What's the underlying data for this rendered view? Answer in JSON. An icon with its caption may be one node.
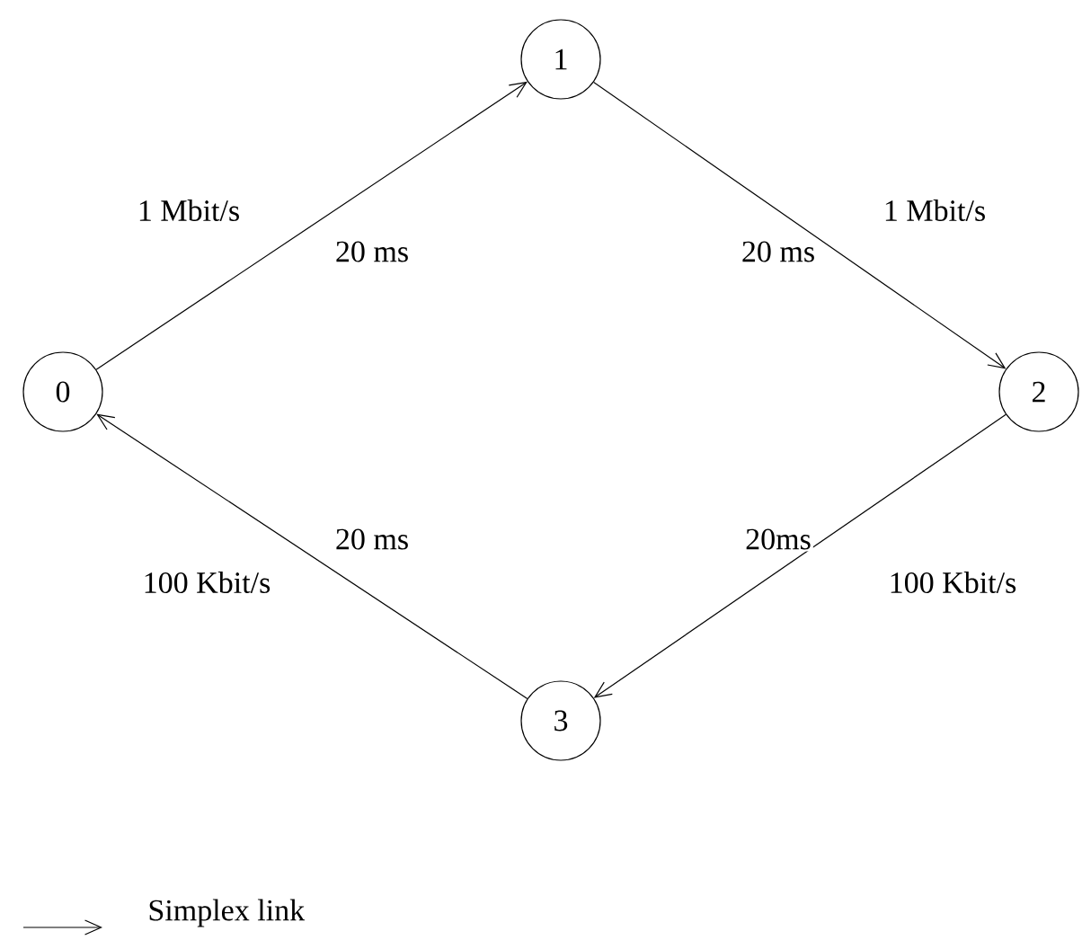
{
  "diagram": {
    "nodes": [
      {
        "text": [
          "0"
        ]
      },
      {
        "text": [
          "1"
        ]
      },
      {
        "text": [
          "2"
        ]
      },
      {
        "text": [
          "3"
        ]
      }
    ],
    "edges": [
      {
        "from": 0,
        "to": 1,
        "arrow": "to",
        "label": "20 ms"
      },
      {
        "from": 1,
        "to": 2,
        "arrow": "to",
        "label": "20 ms"
      },
      {
        "from": 2,
        "to": 3,
        "arrow": "to",
        "label": "20ms"
      },
      {
        "from": 3,
        "to": 0,
        "arrow": "to",
        "label": "20 ms"
      }
    ],
    "labels": [
      "1 Mbit/s",
      "1 Mbit/s",
      "100 Kbit/s",
      "100 Kbit/s"
    ],
    "legend": [
      {
        "text": "Simplex link"
      }
    ]
  }
}
